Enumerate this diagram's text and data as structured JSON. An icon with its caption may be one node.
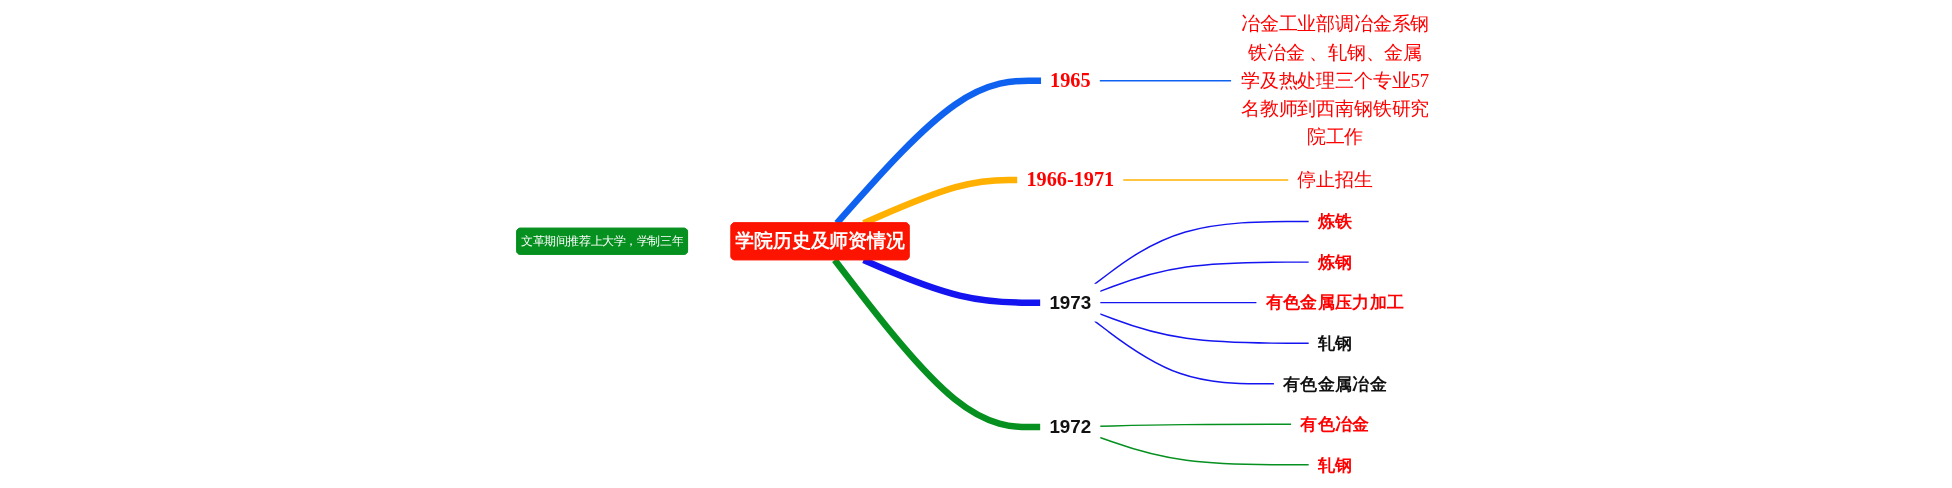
{
  "diagram": {
    "nodes": [
      {
        "text": [
          "学院历史及师资情况"
        ]
      },
      {
        "text": [
          "1965"
        ]
      },
      {
        "text": [
          "冶金工业部调冶金系钢铁冶金 、轧钢、金属学及热处理三个专业57名教师到西南钢铁研究院工作"
        ]
      },
      {
        "text": [
          "1966-1971"
        ]
      },
      {
        "text": [
          "停止招生"
        ]
      },
      {
        "text": [
          "1973"
        ]
      },
      {
        "text": [
          "炼铁"
        ]
      },
      {
        "text": [
          "炼钢"
        ]
      },
      {
        "text": [
          "有色金属压力加工"
        ]
      },
      {
        "text": [
          "轧钢"
        ]
      },
      {
        "text": [
          "有色金属冶金"
        ]
      },
      {
        "text": [
          "1972"
        ]
      },
      {
        "text": [
          "有色冶金"
        ]
      },
      {
        "text": [
          "轧钢"
        ]
      },
      {
        "text": [
          "文革期间推荐上大学，学制三年"
        ]
      }
    ],
    "edges": [
      {
        "from": 0,
        "to": 1,
        "arrow": "none",
        "style": "thick",
        "color": "#0f62f0"
      },
      {
        "from": 1,
        "to": 2,
        "arrow": "none",
        "color": "#0f62f0"
      },
      {
        "from": 0,
        "to": 3,
        "arrow": "none",
        "style": "thick",
        "color": "#ffb000"
      },
      {
        "from": 3,
        "to": 4,
        "arrow": "none",
        "color": "#ffb000"
      },
      {
        "from": 0,
        "to": 5,
        "arrow": "none",
        "style": "thick"
      },
      {
        "from": 5,
        "to": 6,
        "arrow": "none"
      },
      {
        "from": 5,
        "to": 7,
        "arrow": "none"
      },
      {
        "from": 5,
        "to": 8,
        "arrow": "none"
      },
      {
        "from": 5,
        "to": 9,
        "arrow": "none"
      },
      {
        "from": 5,
        "to": 10,
        "arrow": "none"
      },
      {
        "from": 0,
        "to": 11,
        "arrow": "none",
        "style": "thick",
        "color": "#05901f"
      },
      {
        "from": 11,
        "to": 12,
        "arrow": "none",
        "color": "#05901f"
      },
      {
        "from": 11,
        "to": 13,
        "arrow": "none",
        "color": "#05901f"
      }
    ]
  }
}
